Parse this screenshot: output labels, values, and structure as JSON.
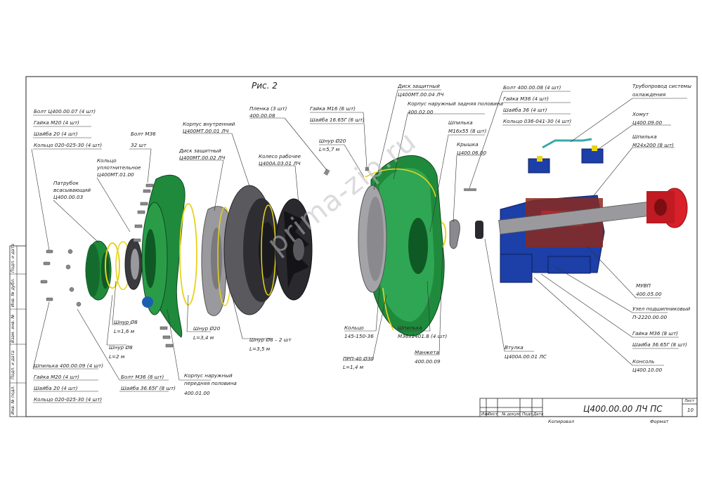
{
  "figure_title": "Рис. 2",
  "watermark": "prima-zip.ru",
  "title_block": {
    "code": "Ц400.00.00 ЛЧ ПС",
    "sheet_label": "Лист",
    "sheet_no": "10",
    "copied": "Копировал",
    "format": "Формат",
    "cols": [
      "Изм.",
      "Лист",
      "№ докум.",
      "Подп.",
      "Дата"
    ]
  },
  "side_stamp": [
    "Инв. № подл.",
    "Подп. и дата",
    "Взам. инв. №",
    "Инв. № дубл.",
    "Подп. и дата"
  ],
  "labels": {
    "bolt_top_left": "Болт Ц400.00.07 (4 шт)",
    "nut_m20_top": "Гайка М20 (4 шт)",
    "washer20_top": "Шайба 20 (4 шт)",
    "ring020_top": "Кольцо 020-025-30 (4 шт)",
    "bolt_m36_1": "Болт М36",
    "qty_32": "32 шт",
    "seal_ring_1": "Кольцо",
    "seal_ring_2": "уплотнительное",
    "seal_ring_3": "Ц400МТ.01.00",
    "suction_1": "Патрубок",
    "suction_2": "всасывающий",
    "suction_3": "Ц400.00.03",
    "inner_body_1": "Корпус внутренний",
    "inner_body_2": "Ц400МТ.00.01 ЛЧ",
    "prot_disc_1": "Диск защитный",
    "prot_disc_2": "Ц400МТ.00.02 ЛЧ",
    "film_1": "Пленка (3 шт)",
    "film_2": "400.00.08",
    "impeller_1": "Колесо рабочее",
    "impeller_2": "Ц400А.03.01 ЛЧ",
    "nut_m16": "Гайка М16 (6 шт)",
    "washer_16": "Шайба 16.65Г (6 шт)",
    "cord20_1": "Шнур Ø20",
    "cord20_2": "L=5,7 м",
    "prot_disc_r1": "Диск защитный",
    "prot_disc_r2": "Ц400МТ.00.04 ЛЧ",
    "outer_rear_1": "Корпус наружный задняя половина",
    "outer_rear_2": "400.02.00",
    "stud_m16_1": "Шпилька",
    "stud_m16_2": "М16х55 (8 шт)",
    "cover_1": "Крышка",
    "cover_2": "Ц400.06.00",
    "bolt_r_1": "Болт 400.00.08 (4 шт)",
    "nut_m36_r": "Гайка М36 (4 шт)",
    "washer36_r": "Шайба 36 (4 шт)",
    "ring036_r": "Кольцо 036-041-30 (4 шт)",
    "cooling_1": "Трубопровод системы",
    "cooling_2": "охлаждения",
    "clamp_1": "Хомут",
    "clamp_2": "Ц400.09.00",
    "stud_m24_1": "Шпилька",
    "stud_m24_2": "М24х200 (8 шт)",
    "muvp_1": "МУВП",
    "muvp_2": "400.05.00",
    "bearing_1": "Узел подшипниковый",
    "bearing_2": "П-2220.00.00",
    "nut_m36_b": "Гайка М36 (8 шт)",
    "washer_36b": "Шайба 36.65Г (8 шт)",
    "console_1": "Консоль",
    "console_2": "Ц400.10.00",
    "sleeve_1": "Втулка",
    "sleeve_2": "Ц400А.00.01 ЛС",
    "cuff_1": "Манжета",
    "cuff_2": "400.00.09",
    "stud_m36_1": "Шпилька",
    "stud_m36_2": "М36х1401.8 (4 шт)",
    "ring_145_1": "Кольцо",
    "ring_145_2": "145-150-36",
    "prp_1": "ПРП-40 Ø30",
    "prp_2": "L=1,4 м",
    "outer_front_1": "Корпус наружный",
    "outer_front_2": "передняя половина",
    "outer_front_3": "400.01.00",
    "cord20b_1": "Шнур Ø20",
    "cord20b_2": "L=3,4 м",
    "cord8c_1": "Шнур Ø8 – 2 шт",
    "cord8c_2": "L=3,5 м",
    "cord8a_1": "Шнур Ø8",
    "cord8a_2": "L=1,6 м",
    "cord8b_1": "Шнур Ø8",
    "cord8b_2": "L=2 м",
    "bolt_m36_b": "Болт М36 (8 шт)",
    "washer_36c": "Шайба 36.65Г (8 шт)",
    "stud_bot_left": "Шпилька 400.00.09 (4 шт)",
    "nut_m20_bot": "Гайка М20 (4 шт)",
    "washer20_bot": "Шайба 20 (4 шт)",
    "ring020_bot": "Кольцо 020-025-30 (4 шт)"
  },
  "colors": {
    "green": "#1f8a3c",
    "dark_green": "#0f5a24",
    "grey": "#8c8c90",
    "dark": "#2a2a2e",
    "blue": "#1c3fa8",
    "red": "#d8202a",
    "yellow": "#e8d21a"
  }
}
